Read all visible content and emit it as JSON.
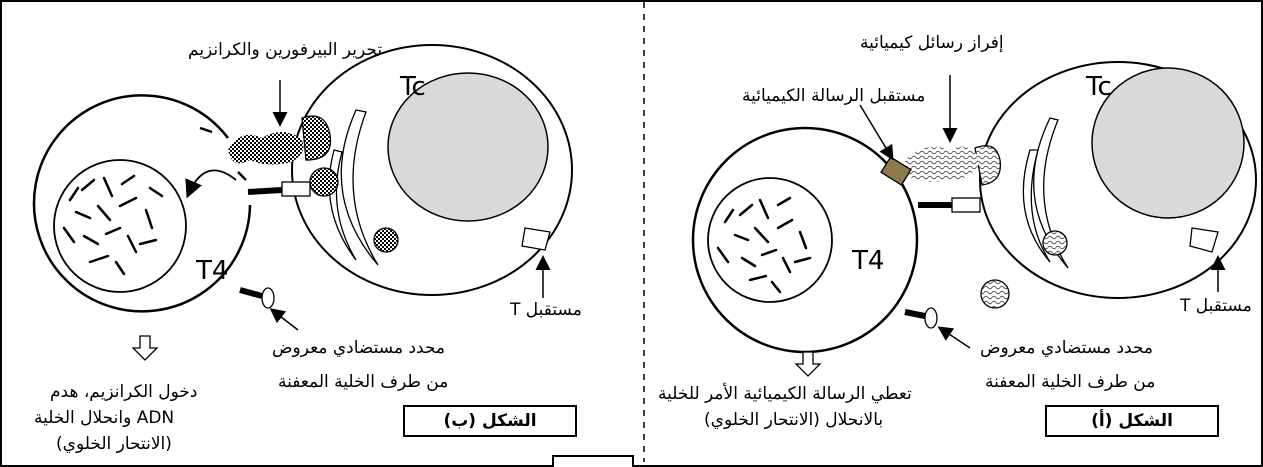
{
  "panel_a": {
    "title": "الشكل (أ)",
    "cell_tc": "Tc",
    "cell_t4": "T4",
    "label_secretion": "إفراز رسائل كيميائية",
    "label_receptor": "مستقبل الرسالة الكيميائية",
    "label_t_receptor": "مستقبل T",
    "label_antigen_1": "محدد مستضادي معروض",
    "label_antigen_2": "من طرف الخلية المعفنة",
    "label_result_1": "تعطي الرسالة الكيميائية الأمر للخلية",
    "label_result_2": "بالانحلال (الانتحار الخلوي)"
  },
  "panel_b": {
    "title": "الشكل (ب)",
    "cell_tc": "Tc",
    "cell_t4": "T4",
    "label_release": "تحرير البيرفورين والكرانزيم",
    "label_t_receptor": "مستقبل T",
    "label_antigen_1": "محدد مستضادي معروض",
    "label_antigen_2": "من طرف الخلية المعفنة",
    "label_result_1": "دخول الكرانزيم، هدم",
    "label_result_2": "ADN وانحلال الخلية",
    "label_result_3": "(الانتحار الخلوي)"
  },
  "colors": {
    "line": "#000000",
    "nucleus_fill": "#d9d9d9",
    "receptor_fill": "#8c7a4a"
  }
}
